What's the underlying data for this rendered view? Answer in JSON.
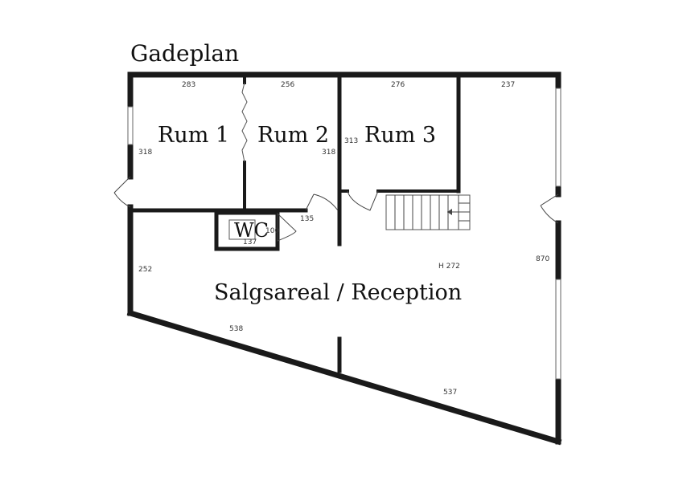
{
  "title": "Gadeplan",
  "rooms": {
    "rum1": "Rum 1",
    "rum2": "Rum 2",
    "rum3": "Rum 3",
    "wc": "WC",
    "main": "Salgsareal / Reception"
  },
  "dimensions": {
    "top_rum1": "283",
    "top_rum2": "256",
    "top_rum3": "276",
    "top_right": "237",
    "rum1_left": "318",
    "rum2_right": "318",
    "rum3_left": "313",
    "wc_door": "135",
    "wc_width": "137",
    "wc_depth": "100",
    "left_lower": "252",
    "height": "H 272",
    "right_wall": "870",
    "bottom_left": "538",
    "bottom_right": "537"
  }
}
